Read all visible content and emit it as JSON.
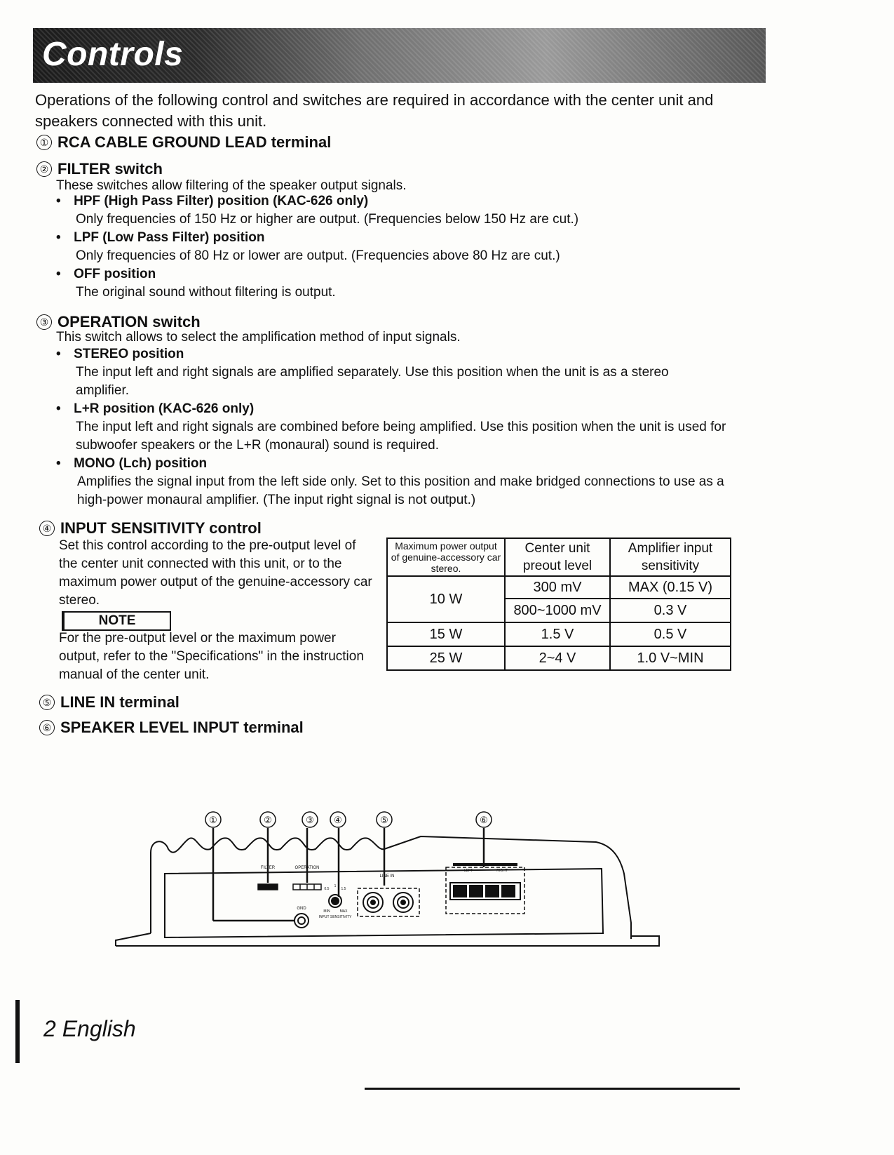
{
  "header": {
    "title": "Controls"
  },
  "intro": "Operations of the following control and switches are  required in accordance with the center unit and speakers  connected with this unit.",
  "sections": [
    {
      "num": "①",
      "title": "RCA CABLE GROUND LEAD terminal"
    },
    {
      "num": "②",
      "title": "FILTER switch",
      "desc": "These switches allow filtering of the speaker output signals.",
      "bullets": [
        {
          "title": "HPF (High Pass Filter) position (KAC-626 only)",
          "text": "Only frequencies of 150 Hz or higher are output. (Frequencies below 150 Hz are cut.)"
        },
        {
          "title": "LPF (Low Pass Filter) position",
          "text": "Only frequencies of 80 Hz or lower are output. (Frequencies above 80 Hz are cut.)"
        },
        {
          "title": "OFF position",
          "text": "The original sound without filtering is output."
        }
      ]
    },
    {
      "num": "③",
      "title": "OPERATION switch",
      "desc": "This switch allows to select the amplification method of input signals.",
      "bullets": [
        {
          "title": "STEREO position",
          "text": "The input left and right signals are amplified separately. Use this position when the unit is as a stereo amplifier."
        },
        {
          "title": "L+R position (KAC-626 only)",
          "text": "The input left and right signals are combined before being amplified. Use this position when the unit is used for subwoofer speakers or the L+R (monaural) sound is required."
        },
        {
          "title": "MONO (Lch) position",
          "text": "Amplifies the signal input from the left side only. Set to this position and make bridged connections to use as a high-power monaural amplifier. (The input right signal is not output.)"
        }
      ]
    },
    {
      "num": "④",
      "title": "INPUT SENSITIVITY control",
      "desc": "Set this control according to the pre-output level of the center unit connected with this unit, or to the maximum power output of the genuine-accessory car stereo.",
      "note_label": "NOTE",
      "note_text": "For the pre-output level or the maximum power output, refer to the \"Specifications\" in the instruction manual of the center unit."
    },
    {
      "num": "⑤",
      "title": "LINE IN terminal"
    },
    {
      "num": "⑥",
      "title": "SPEAKER LEVEL INPUT terminal"
    }
  ],
  "table": {
    "headers": [
      "Maximum power output of genuine-accessory car stereo.",
      "Center unit preout level",
      "Amplifier input sensitivity"
    ],
    "rows": [
      {
        "power": "10 W",
        "levels": [
          {
            "level": "300 mV",
            "sens": "MAX (0.15 V)"
          },
          {
            "level": "800~1000 mV",
            "sens": "0.3 V"
          }
        ]
      },
      {
        "power": "15 W",
        "levels": [
          {
            "level": "1.5 V",
            "sens": "0.5 V"
          }
        ]
      },
      {
        "power": "25 W",
        "levels": [
          {
            "level": "2~4 V",
            "sens": "1.0 V~MIN"
          }
        ]
      }
    ]
  },
  "diagram": {
    "callouts": [
      "①",
      "②",
      "③",
      "④",
      "⑤",
      "⑥"
    ],
    "labels": {
      "filter": "FILTER",
      "operation": "OPERATION",
      "line_in": "LINE IN",
      "gnd": "GND",
      "input_sensitivity": "INPUT SENSITIVITY",
      "min": "MIN",
      "max": "MAX",
      "left": "LEFT",
      "right": "RIGHT",
      "knob_scale": [
        "0.5",
        "1",
        "1.5"
      ]
    }
  },
  "footer": {
    "page": "2 English"
  }
}
